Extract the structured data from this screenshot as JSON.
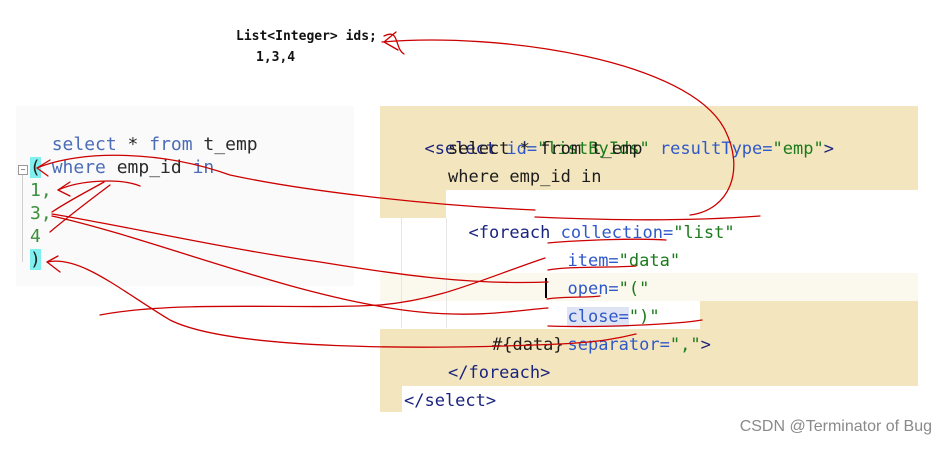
{
  "annotations": {
    "list_declaration": "List<Integer> ids;",
    "list_values": "1,3,4"
  },
  "sql_preview": {
    "lines": [
      {
        "parts": [
          "select",
          " * ",
          "from",
          " t_emp"
        ]
      },
      {
        "parts": [
          "where",
          " emp_id ",
          "in"
        ]
      }
    ],
    "open_paren": "(",
    "items": [
      "1,",
      "3,",
      "4"
    ],
    "close_paren": ")"
  },
  "xml_mapper": {
    "select_open": {
      "tag_open": "<select",
      "id_attr": " id=",
      "id_val": "\"listByIds\"",
      "rt_attr": " resultType=",
      "rt_val": "\"emp\"",
      "tag_close": ">"
    },
    "body_line1": "select * from t_emp",
    "body_line2": "where emp_id in",
    "foreach_open": {
      "tag": "<foreach",
      "attr": " collection=",
      "val": "\"list\""
    },
    "item": {
      "attr": "item=",
      "val": "\"data\""
    },
    "open": {
      "attr": "open=",
      "val": "\"(\""
    },
    "close": {
      "attr": "close=",
      "val": "\")\""
    },
    "separator": {
      "attr": "separator=",
      "val": "\",\"",
      "end": ">"
    },
    "placeholder": "#{data}",
    "foreach_close": "</foreach>",
    "select_close": "</select>"
  },
  "watermark": "CSDN @Terminator of Bug",
  "colors": {
    "highlight": "#f3e6bf",
    "paren_highlight": "#7ff0f0",
    "ink": "#cc0000"
  }
}
